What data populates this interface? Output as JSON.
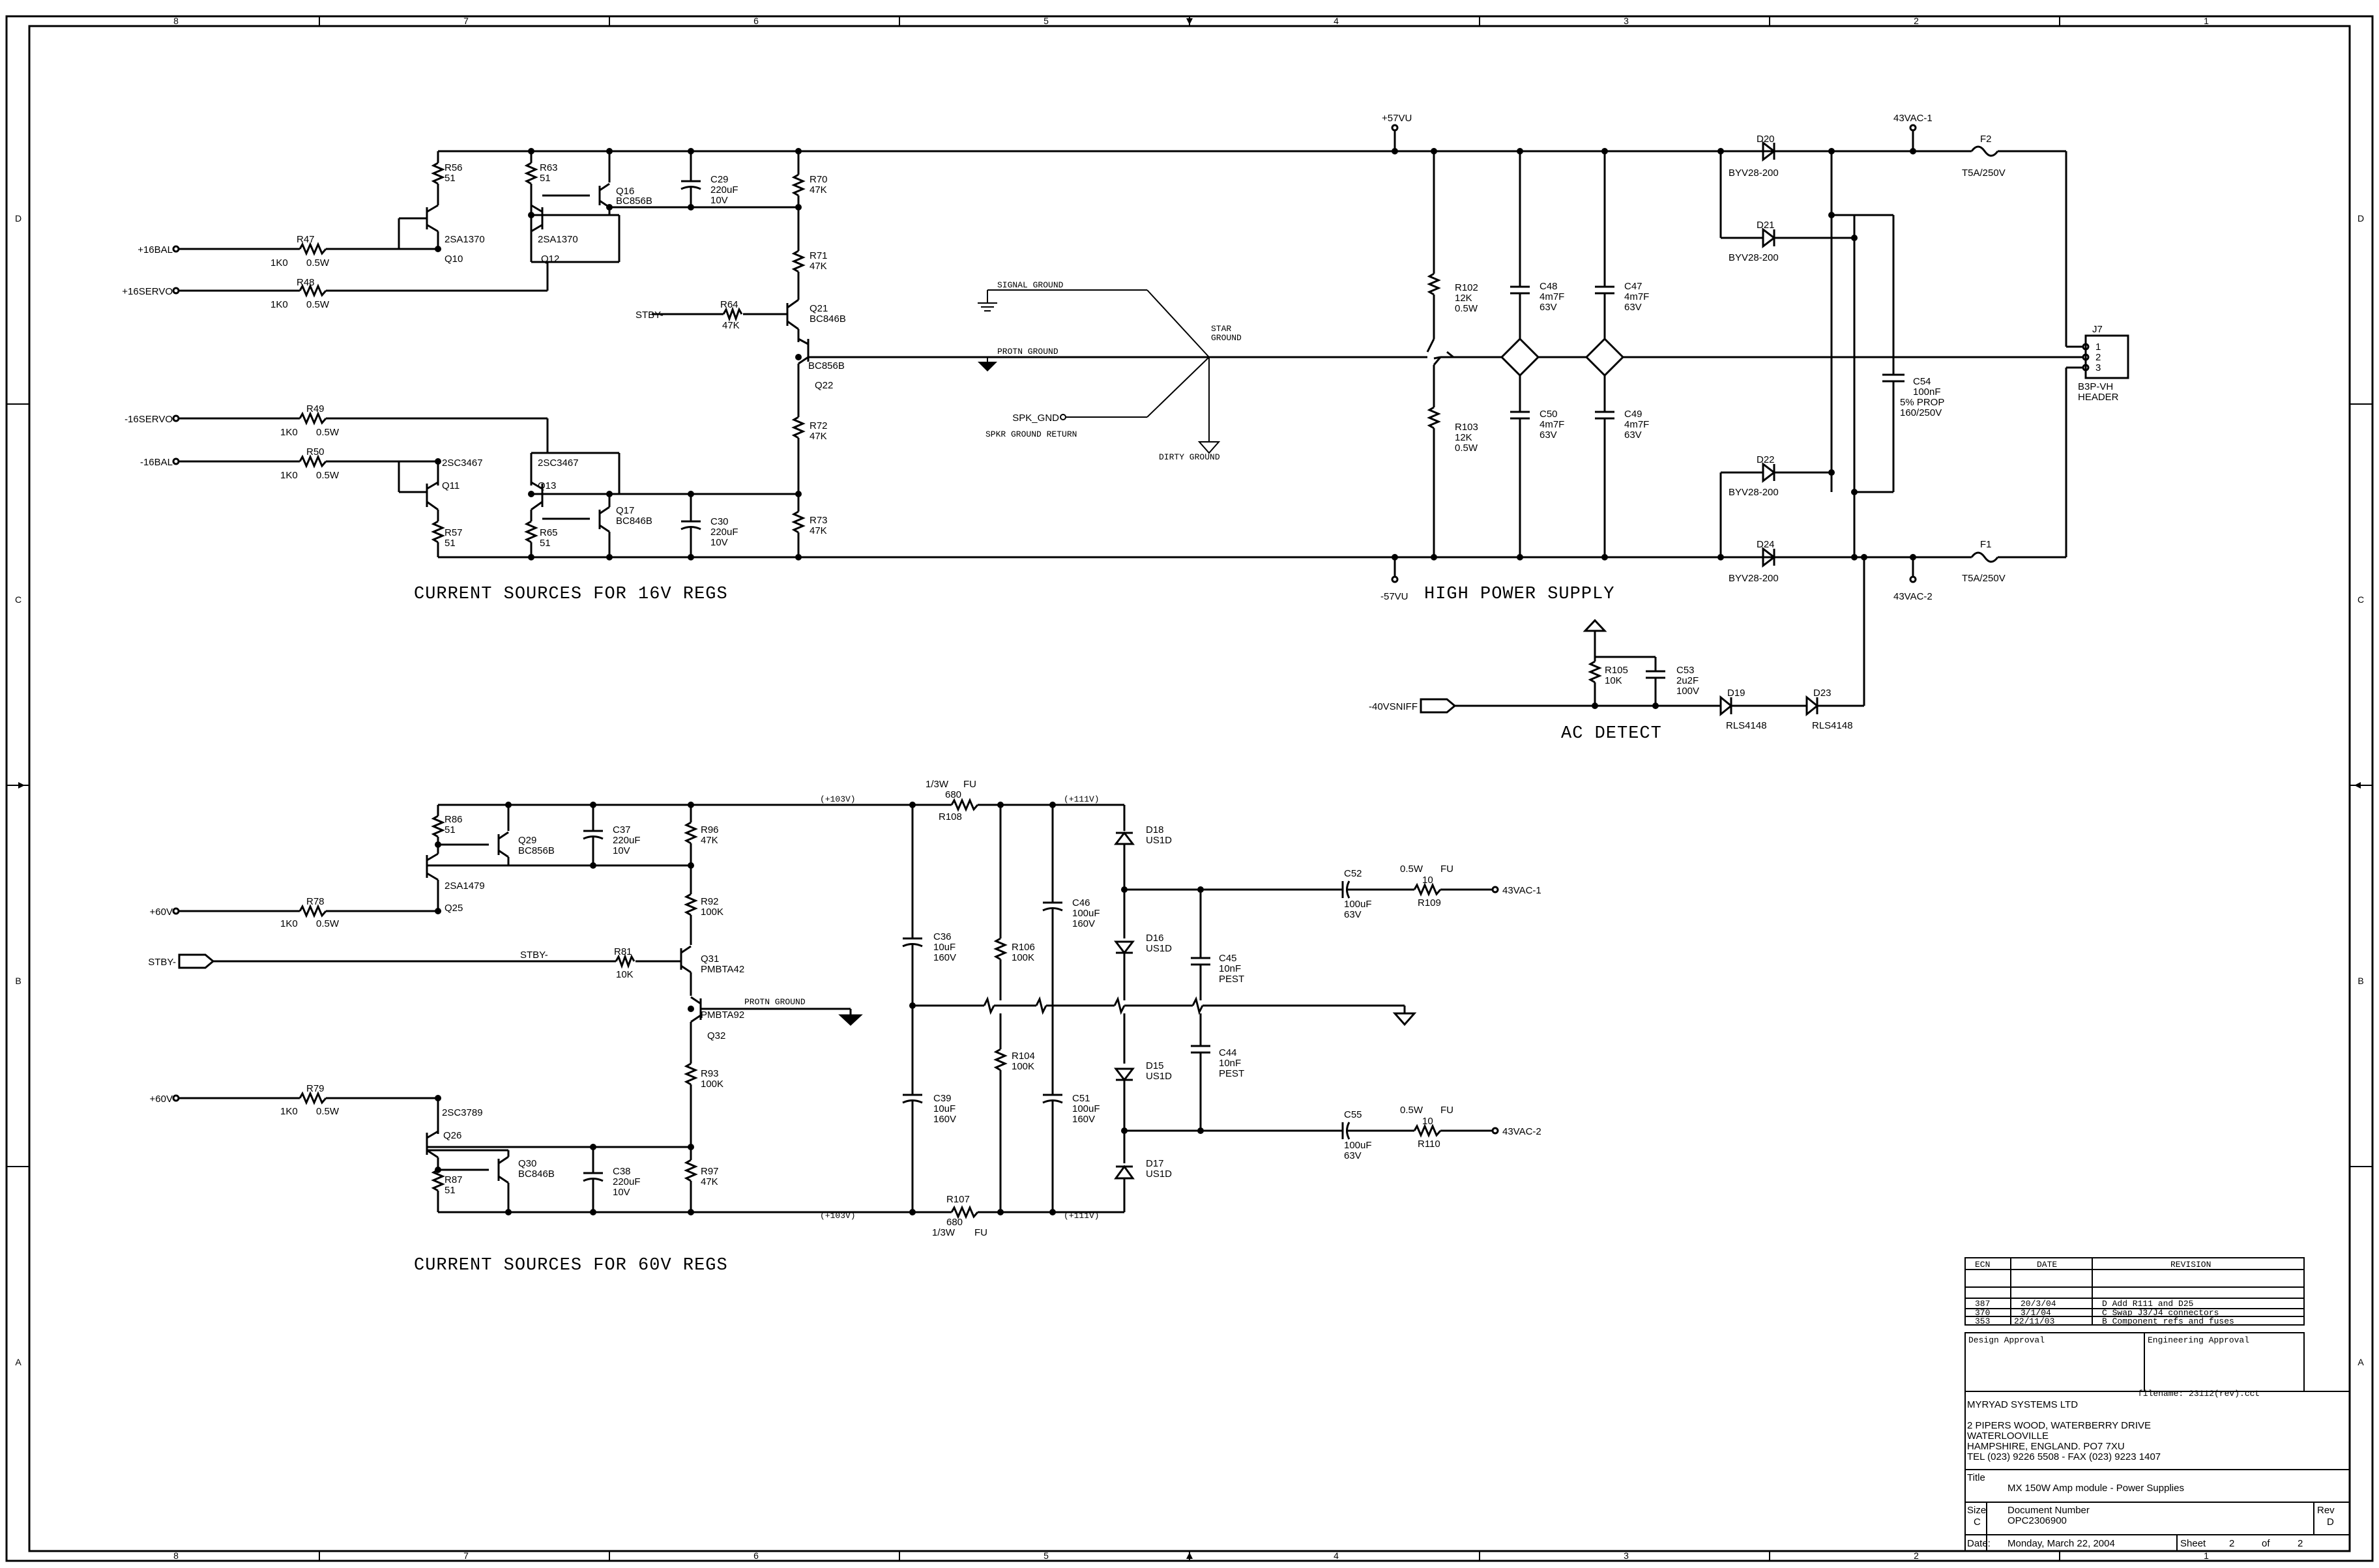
{
  "border": {
    "columns": [
      "8",
      "7",
      "6",
      "5",
      "4",
      "3",
      "2",
      "1"
    ],
    "rows": [
      "D",
      "C",
      "B",
      "A"
    ]
  },
  "nets": {
    "p57vu": "+57VU",
    "m57vu": "-57VU",
    "v43ac1_top": "43VAC-1",
    "v43ac2_top": "43VAC-2",
    "p103_top": "(+103V)",
    "p111_top": "(+111V)",
    "p103_bot": "(+103V)",
    "p111_bot": "(+111V)",
    "signal_ground": "SIGNAL GROUND",
    "protn_ground": "PROTN GROUND",
    "protn_ground2": "PROTN GROUND",
    "star_ground_1": "STAR",
    "star_ground_2": "GROUND",
    "spk_gnd": "SPK_GND",
    "spkr_ground_return": "SPKR GROUND RETURN",
    "dirty_ground": "DIRTY GROUND"
  },
  "ports": {
    "p16bal": "+16BAL",
    "p16servo": "+16SERVO",
    "m16servo": "-16SERVO",
    "m16bal": "-16BAL",
    "stby_top": "STBY-",
    "m40vsniff": "-40VSNIFF",
    "p60v_a": "+60V",
    "p60v_b": "+60V",
    "stby_port": "STBY-",
    "stby_net": "STBY-",
    "ac1_out": "43VAC-1",
    "ac2_out": "43VAC-2"
  },
  "sections": {
    "cs16": "CURRENT SOURCES FOR 16V REGS",
    "hps": "HIGH POWER SUPPLY",
    "acdet": "AC DETECT",
    "cs60": "CURRENT SOURCES FOR 60V REGS"
  },
  "parts": {
    "R47": [
      "R47",
      "1K0",
      "0.5W"
    ],
    "R48": [
      "R48",
      "1K0",
      "0.5W"
    ],
    "R49": [
      "R49",
      "1K0",
      "0.5W"
    ],
    "R50": [
      "R50",
      "1K0",
      "0.5W"
    ],
    "R56": [
      "R56",
      "51"
    ],
    "R57": [
      "R57",
      "51"
    ],
    "R63": [
      "R63",
      "51"
    ],
    "R65": [
      "R65",
      "51"
    ],
    "R64": [
      "R64",
      "47K"
    ],
    "R70": [
      "R70",
      "47K"
    ],
    "R71": [
      "R71",
      "47K"
    ],
    "R72": [
      "R72",
      "47K"
    ],
    "R73": [
      "R73",
      "47K"
    ],
    "Q10": [
      "2SA1370",
      "Q10"
    ],
    "Q12": [
      "2SA1370",
      "Q12"
    ],
    "Q11": [
      "2SC3467",
      "Q11"
    ],
    "Q13": [
      "2SC3467",
      "Q13"
    ],
    "Q16": [
      "Q16",
      "BC856B"
    ],
    "Q17": [
      "Q17",
      "BC846B"
    ],
    "Q21": [
      "Q21",
      "BC846B"
    ],
    "Q22": [
      "BC856B",
      "Q22"
    ],
    "C29": [
      "C29",
      "220uF",
      "10V"
    ],
    "C30": [
      "C30",
      "220uF",
      "10V"
    ],
    "R102": [
      "R102",
      "12K",
      "0.5W"
    ],
    "R103": [
      "R103",
      "12K",
      "0.5W"
    ],
    "C48": [
      "C48",
      "4m7F",
      "63V"
    ],
    "C47": [
      "C47",
      "4m7F",
      "63V"
    ],
    "C50": [
      "C50",
      "4m7F",
      "63V"
    ],
    "C49": [
      "C49",
      "4m7F",
      "63V"
    ],
    "D20": [
      "D20",
      "BYV28-200"
    ],
    "D21": [
      "D21",
      "BYV28-200"
    ],
    "D22": [
      "D22",
      "BYV28-200"
    ],
    "D24": [
      "D24",
      "BYV28-200"
    ],
    "F2": [
      "F2",
      "T5A/250V"
    ],
    "F1": [
      "F1",
      "T5A/250V"
    ],
    "C54": [
      "C54",
      "100nF",
      "5% PROP",
      "160/250V"
    ],
    "J7": [
      "J7",
      "1",
      "2",
      "3",
      "B3P-VH",
      "HEADER"
    ],
    "R105": [
      "R105",
      "10K"
    ],
    "C53": [
      "C53",
      "2u2F",
      "100V"
    ],
    "D19": [
      "D19",
      "RLS4148"
    ],
    "D23": [
      "D23",
      "RLS4148"
    ],
    "R86": [
      "R86",
      "51"
    ],
    "R87": [
      "R87",
      "51"
    ],
    "Q29": [
      "Q29",
      "BC856B"
    ],
    "Q30": [
      "Q30",
      "BC846B"
    ],
    "Q25": [
      "2SA1479",
      "Q25"
    ],
    "Q26": [
      "2SC3789",
      "Q26"
    ],
    "C37": [
      "C37",
      "220uF",
      "10V"
    ],
    "C38": [
      "C38",
      "220uF",
      "10V"
    ],
    "R96": [
      "R96",
      "47K"
    ],
    "R97": [
      "R97",
      "47K"
    ],
    "R92": [
      "R92",
      "100K"
    ],
    "R93": [
      "R93",
      "100K"
    ],
    "R78": [
      "R78",
      "1K0",
      "0.5W"
    ],
    "R79": [
      "R79",
      "1K0",
      "0.5W"
    ],
    "R81": [
      "R81",
      "10K"
    ],
    "Q31": [
      "Q31",
      "PMBTA42"
    ],
    "Q32": [
      "PMBTA92",
      "Q32"
    ],
    "R108": [
      "1/3W",
      "680",
      "FU",
      "R108"
    ],
    "R107": [
      "R107",
      "680",
      "1/3W",
      "FU"
    ],
    "C36": [
      "C36",
      "10uF",
      "160V"
    ],
    "C39": [
      "C39",
      "10uF",
      "160V"
    ],
    "R106": [
      "R106",
      "100K"
    ],
    "R104": [
      "R104",
      "100K"
    ],
    "C46": [
      "C46",
      "100uF",
      "160V"
    ],
    "C51": [
      "C51",
      "100uF",
      "160V"
    ],
    "D18": [
      "D18",
      "US1D"
    ],
    "D16": [
      "D16",
      "US1D"
    ],
    "D15": [
      "D15",
      "US1D"
    ],
    "D17": [
      "D17",
      "US1D"
    ],
    "C45": [
      "C45",
      "10nF",
      "PEST"
    ],
    "C44": [
      "C44",
      "10nF",
      "PEST"
    ],
    "C52": [
      "C52",
      "100uF",
      "63V"
    ],
    "C55": [
      "C55",
      "100uF",
      "63V"
    ],
    "R109": [
      "0.5W",
      "FU",
      "10",
      "R109"
    ],
    "R110": [
      "0.5W",
      "FU",
      "10",
      "R110"
    ]
  },
  "revision_table": {
    "headers": [
      "ECN",
      "DATE",
      "REVISION"
    ],
    "rows": [
      [
        "387",
        "20/3/04",
        "D Add R111 and D25"
      ],
      [
        "370",
        "3/1/04",
        "C Swap J3/J4 connectors"
      ],
      [
        "353",
        "22/11/03",
        "B  Component refs and fuses"
      ]
    ]
  },
  "title_block": {
    "design_approval": "Design Approval",
    "engineering_approval": "Engineering Approval",
    "filename": "filename: 23112(rev).cct",
    "company": "MYRYAD SYSTEMS LTD",
    "address": [
      "2 PIPERS WOOD, WATERBERRY DRIVE",
      "WATERLOOVILLE",
      "HAMPSHIRE, ENGLAND. PO7 7XU",
      "TEL (023) 9226 5508 - FAX (023) 9223 1407"
    ],
    "title_label": "Title",
    "title": "MX 150W Amp module - Power Supplies",
    "size_label": "Size",
    "size": "C",
    "docnum_label": "Document Number",
    "docnum": "OPC2306900",
    "rev_label": "Rev",
    "rev": "D",
    "date_label": "Date:",
    "date": "Monday, March 22, 2004",
    "sheet_label": "Sheet",
    "sheet": "2",
    "of_label": "of",
    "sheets": "2"
  }
}
